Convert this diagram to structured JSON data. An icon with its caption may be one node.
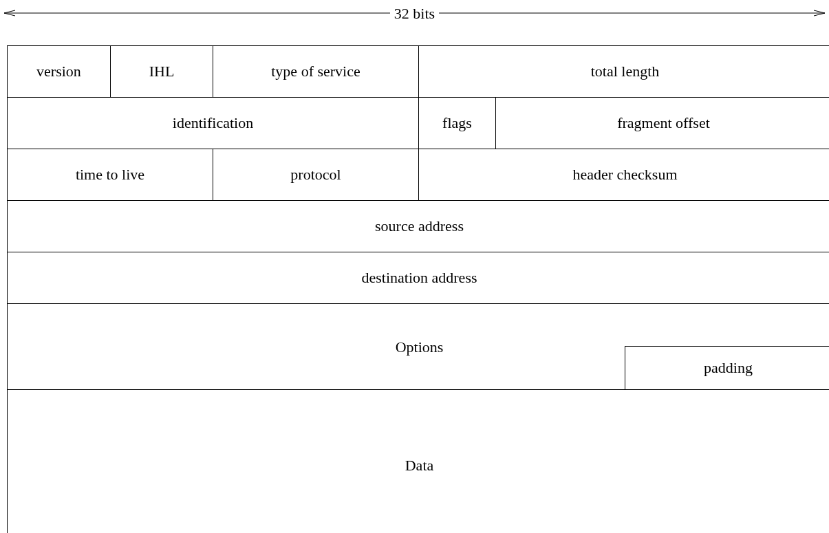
{
  "diagram": {
    "nodes": [
      {
        "text": [
          "version"
        ]
      },
      {
        "text": [
          "IHL"
        ]
      },
      {
        "text": [
          "type of service"
        ]
      },
      {
        "text": [
          "total length"
        ]
      },
      {
        "text": [
          "identification"
        ]
      },
      {
        "text": [
          "flags"
        ]
      },
      {
        "text": [
          "fragment offset"
        ]
      },
      {
        "text": [
          "time to live"
        ]
      },
      {
        "text": [
          "protocol"
        ]
      },
      {
        "text": [
          "header checksum"
        ]
      },
      {
        "text": [
          "source address"
        ]
      },
      {
        "text": [
          "destination address"
        ]
      },
      {
        "text": [
          "Options"
        ]
      },
      {
        "text": [
          "padding"
        ],
        "in": 12
      },
      {
        "text": [
          "Data"
        ]
      }
    ],
    "labels": [
      "32 bits"
    ]
  }
}
